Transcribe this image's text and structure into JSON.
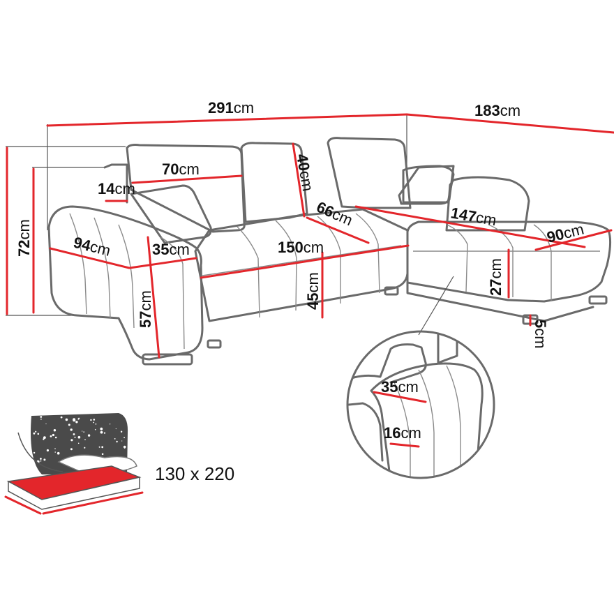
{
  "colors": {
    "dimension_line": "#e3262b",
    "outline": "#6a6a6a",
    "bed_surface": "#e3262b",
    "night_sky": "#4a4a4a"
  },
  "dimensions": {
    "total_width": {
      "value": "291",
      "unit": "cm"
    },
    "chaise_length": {
      "value": "183",
      "unit": "cm"
    },
    "total_height": {
      "value": "72",
      "unit": "cm"
    },
    "back_cushion_width": {
      "value": "70",
      "unit": "cm"
    },
    "back_cushion_height": {
      "value": "40",
      "unit": "cm"
    },
    "armrest_height_above": {
      "value": "14",
      "unit": "cm"
    },
    "armrest_depth": {
      "value": "94",
      "unit": "cm"
    },
    "armrest_width": {
      "value": "35",
      "unit": "cm"
    },
    "armrest_height": {
      "value": "57",
      "unit": "cm"
    },
    "seat_width": {
      "value": "150",
      "unit": "cm"
    },
    "seat_depth": {
      "value": "66",
      "unit": "cm"
    },
    "seat_height": {
      "value": "45",
      "unit": "cm"
    },
    "chaise_seat_length": {
      "value": "147",
      "unit": "cm"
    },
    "chaise_width": {
      "value": "90",
      "unit": "cm"
    },
    "chaise_seat_height": {
      "value": "27",
      "unit": "cm"
    },
    "leg_height": {
      "value": "5",
      "unit": "cm"
    }
  },
  "detail": {
    "arm_top_width": {
      "value": "35",
      "unit": "cm"
    },
    "arm_front_width": {
      "value": "16",
      "unit": "cm"
    }
  },
  "bed": {
    "size_label": "130 x 220"
  }
}
